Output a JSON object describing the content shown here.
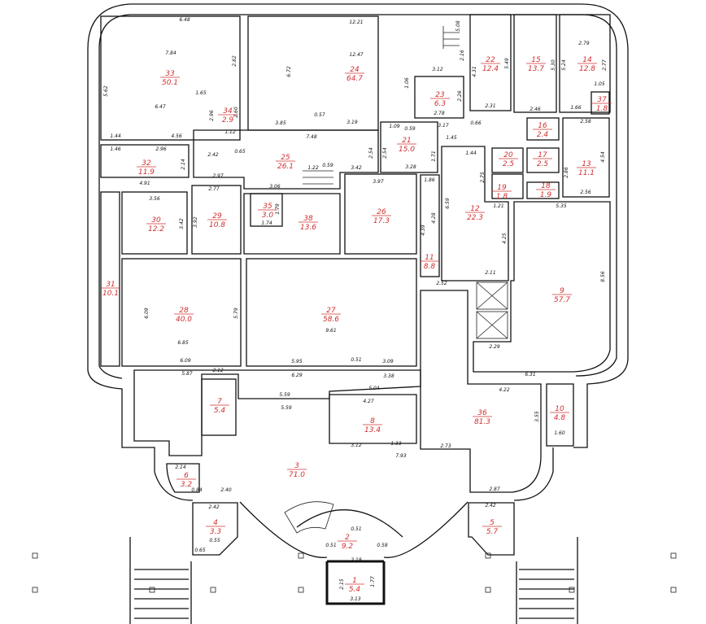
{
  "colors": {
    "room_label": "#d03030",
    "walls": "#111111",
    "hatch": "#d05050"
  },
  "rooms": [
    {
      "number": "1",
      "area": "5.4"
    },
    {
      "number": "2",
      "area": "9.2"
    },
    {
      "number": "3",
      "area": "71.0"
    },
    {
      "number": "4",
      "area": "3.3"
    },
    {
      "number": "5",
      "area": "5.7"
    },
    {
      "number": "6",
      "area": "3.2"
    },
    {
      "number": "7",
      "area": "5.4"
    },
    {
      "number": "8",
      "area": "13.4"
    },
    {
      "number": "9",
      "area": "57.7"
    },
    {
      "number": "10",
      "area": "4.8"
    },
    {
      "number": "11",
      "area": "8.8"
    },
    {
      "number": "12",
      "area": "22.3"
    },
    {
      "number": "13",
      "area": "11.1"
    },
    {
      "number": "14",
      "area": "12.8"
    },
    {
      "number": "15",
      "area": "13.7"
    },
    {
      "number": "16",
      "area": "2.4"
    },
    {
      "number": "17",
      "area": "2.5"
    },
    {
      "number": "18",
      "area": "1.9"
    },
    {
      "number": "19",
      "area": "1.8"
    },
    {
      "number": "20",
      "area": "2.5"
    },
    {
      "number": "21",
      "area": "15.0"
    },
    {
      "number": "22",
      "area": "12.4"
    },
    {
      "number": "23",
      "area": "6.3"
    },
    {
      "number": "24",
      "area": "64.7"
    },
    {
      "number": "25",
      "area": "26.1"
    },
    {
      "number": "26",
      "area": "17.3"
    },
    {
      "number": "27",
      "area": "58.6"
    },
    {
      "number": "28",
      "area": "40.0"
    },
    {
      "number": "29",
      "area": "10.8"
    },
    {
      "number": "30",
      "area": "12.2"
    },
    {
      "number": "31",
      "area": "10.1"
    },
    {
      "number": "32",
      "area": "11.9"
    },
    {
      "number": "33",
      "area": "50.1"
    },
    {
      "number": "34",
      "area": "2.9"
    },
    {
      "number": "35",
      "area": "3.0"
    },
    {
      "number": "36",
      "area": "81.3"
    },
    {
      "number": "37",
      "area": "1.8"
    },
    {
      "number": "38",
      "area": "13.6"
    }
  ],
  "dimensions": [
    "6.48",
    "7.84",
    "6.47",
    "5.62",
    "2.82",
    "1.65",
    "2.96",
    "2.60",
    "1.12",
    "1.44",
    "4.56",
    "1.46",
    "2.96",
    "2.42",
    "0.65",
    "2.14",
    "2.97",
    "4.91",
    "3.56",
    "2.77",
    "3.92",
    "3.42",
    "3.06",
    "1.74",
    "1.79",
    "1.22",
    "0.59",
    "3.42",
    "3.97",
    "7.48",
    "3.85",
    "0.57",
    "3.19",
    "6.72",
    "12.47",
    "12.21",
    "2.54",
    "5.08",
    "2.16",
    "3.12",
    "1.06",
    "2.26",
    "2.78",
    "3.17",
    "0.66",
    "1.09",
    "0.59",
    "2.54",
    "3.28",
    "1.71",
    "1.45",
    "1.44",
    "2.75",
    "4.31",
    "5.49",
    "2.31",
    "5.30",
    "2.46",
    "5.24",
    "2.79",
    "2.77",
    "1.05",
    "1.66",
    "2.58",
    "4.54",
    "2.56",
    "2.86",
    "5.35",
    "6.59",
    "4.25",
    "1.21",
    "4.39",
    "4.28",
    "1.86",
    "6.09",
    "5.79",
    "6.85",
    "6.09",
    "5.95",
    "0.51",
    "3.09",
    "9.61",
    "5.87",
    "2.12",
    "6.29",
    "3.38",
    "5.04",
    "5.59",
    "5.59",
    "4.27",
    "3.12",
    "1.33",
    "7.93",
    "2.40",
    "2.14",
    "0.84",
    "2.52",
    "2.11",
    "2.29",
    "6.31",
    "8.56",
    "4.22",
    "3.55",
    "2.73",
    "2.87",
    "1.60",
    "2.42",
    "2.42",
    "0.55",
    "0.65",
    "0.51",
    "0.51",
    "0.58",
    "2.18",
    "3.13",
    "2.15",
    "1.77"
  ]
}
